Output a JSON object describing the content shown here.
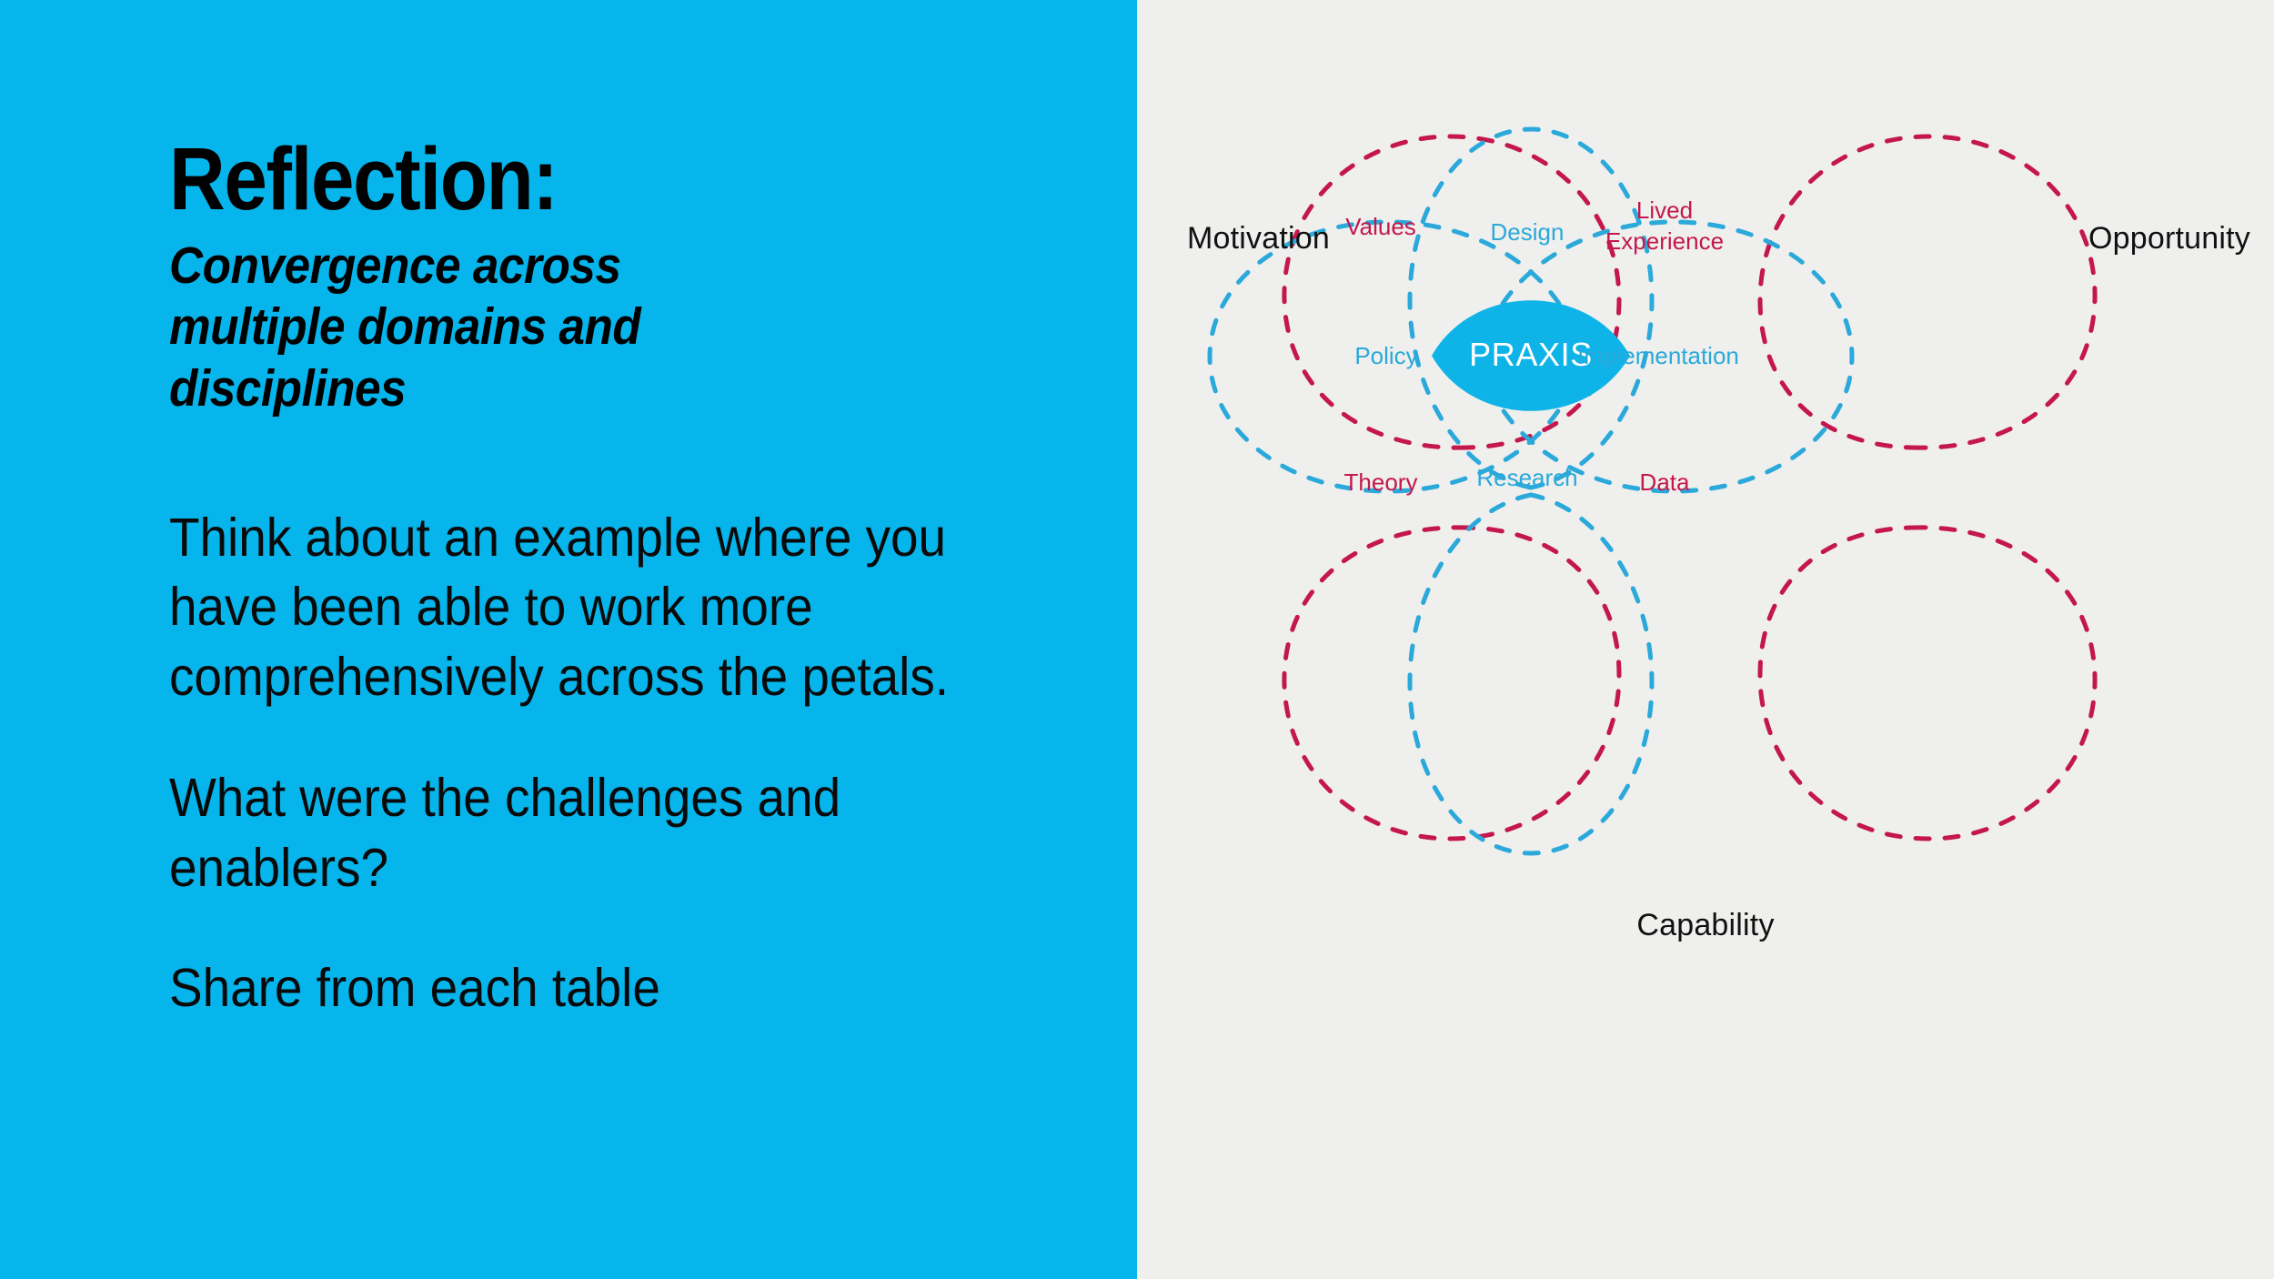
{
  "slide": {
    "title": "Reflection:",
    "subtitle": "Convergence across multiple domains and disciplines",
    "body_paragraphs": [
      "Think about an example where you have been able to work more comprehensively across the petals.",
      "What were the challenges and enablers?",
      "Share from each table"
    ]
  },
  "colors": {
    "panel_blue": "#06b5eb",
    "panel_gray": "#efefed",
    "petal_red": "#c4174e",
    "petal_blue": "#2aa9da",
    "praxis_fill": "#0eb4e8",
    "text_black": "#000000",
    "praxis_text": "#ffffff"
  },
  "diagram": {
    "center_label": "PRAXIS",
    "quadrant_labels": [
      {
        "id": "motivation",
        "text": "Motivation",
        "position": "top-left"
      },
      {
        "id": "opportunity",
        "text": "Opportunity",
        "position": "top-right"
      },
      {
        "id": "capability",
        "text": "Capability",
        "position": "bottom-center"
      }
    ],
    "petals": [
      {
        "id": "values",
        "label": "Values",
        "color": "red",
        "position": "top-left"
      },
      {
        "id": "design",
        "label": "Design",
        "color": "blue",
        "position": "top-center"
      },
      {
        "id": "lived",
        "label": "Lived Experience",
        "color": "red",
        "position": "top-right"
      },
      {
        "id": "policy",
        "label": "Policy",
        "color": "blue",
        "position": "middle-left"
      },
      {
        "id": "implementation",
        "label": "Implementation",
        "color": "blue",
        "position": "middle-right"
      },
      {
        "id": "theory",
        "label": "Theory",
        "color": "red",
        "position": "bottom-left"
      },
      {
        "id": "research",
        "label": "Research",
        "color": "blue",
        "position": "bottom-center"
      },
      {
        "id": "data",
        "label": "Data",
        "color": "red",
        "position": "bottom-right"
      }
    ]
  }
}
